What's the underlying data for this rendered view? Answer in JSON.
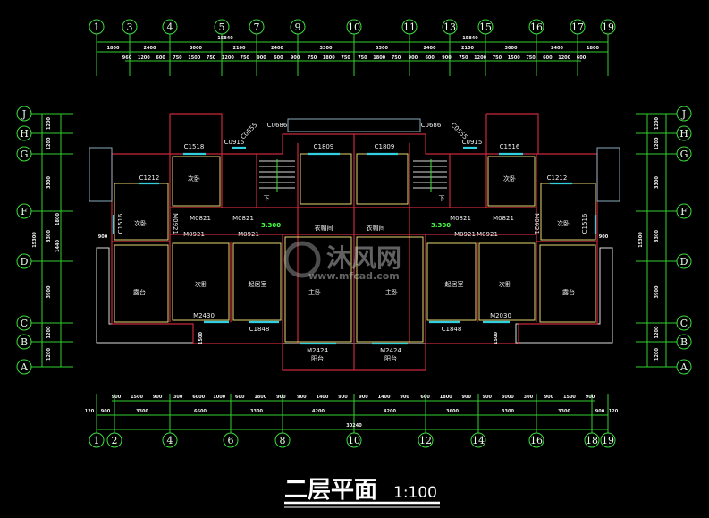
{
  "drawing": {
    "title": "二层平面",
    "scale": "1:100",
    "watermark": {
      "brand": "沐风网",
      "url": "www.mfcad.com"
    },
    "elevation": "3.300",
    "top_axes": [
      "1",
      "3",
      "4",
      "5",
      "7",
      "9",
      "10",
      "11",
      "13",
      "15",
      "16",
      "17",
      "19"
    ],
    "bottom_axes": [
      "1",
      "2",
      "4",
      "6",
      "8",
      "10",
      "12",
      "14",
      "16",
      "18",
      "19"
    ],
    "side_axes": [
      "J",
      "H",
      "G",
      "F",
      "D",
      "C",
      "B",
      "A"
    ],
    "top_overall": [
      "15840",
      "15840"
    ],
    "top_segments": [
      "1800",
      "2400",
      "3000",
      "2100",
      "2400",
      "3300",
      "3300",
      "2400",
      "2100",
      "3000",
      "2400",
      "1800"
    ],
    "top_details": [
      "960",
      "1200",
      "600",
      "750",
      "1500",
      "750",
      "1200",
      "750",
      "900",
      "600",
      "900",
      "750",
      "1800",
      "750",
      "750",
      "1800",
      "750",
      "900",
      "600",
      "900",
      "750",
      "1200",
      "750",
      "1500",
      "750",
      "600",
      "1200",
      "600"
    ],
    "bottom_overall": "30240",
    "bottom_segments": [
      "120",
      "900",
      "3300",
      "6600",
      "3300",
      "4200",
      "4200",
      "3600",
      "3300",
      "3300",
      "900",
      "120"
    ],
    "bottom_details": [
      "900",
      "1500",
      "900",
      "300",
      "6000",
      "1000",
      "600",
      "1800",
      "900",
      "900",
      "1400",
      "900",
      "900",
      "1400",
      "900",
      "600",
      "1800",
      "900",
      "900",
      "3000",
      "300",
      "900",
      "1500",
      "900"
    ],
    "side_segments": [
      "1200",
      "1200",
      "3300",
      "3300",
      "3900",
      "1200",
      "1200"
    ],
    "side_overall": "15300",
    "side_sub": [
      "1800",
      "1440"
    ],
    "rooms": [
      {
        "label": "次卧"
      },
      {
        "label": "次卧"
      },
      {
        "label": "露台"
      },
      {
        "label": "次卧"
      },
      {
        "label": "起居室"
      },
      {
        "label": "主卧"
      },
      {
        "label": "衣帽间"
      },
      {
        "label": "阳台"
      },
      {
        "label": "主卧"
      },
      {
        "label": "起居室"
      },
      {
        "label": "次卧"
      },
      {
        "label": "露台"
      },
      {
        "label": "次卧"
      },
      {
        "label": "次卧"
      },
      {
        "label": "衣帽间"
      },
      {
        "label": "阳台"
      }
    ],
    "openings": [
      "C1518",
      "C0915",
      "C0686",
      "C0555",
      "C1809",
      "C1212",
      "C1516",
      "M0821",
      "M0821",
      "M0921",
      "M0921",
      "M0921",
      "M2430",
      "C1848",
      "M2424",
      "C1809",
      "C0686",
      "C0555",
      "C0915",
      "C1516",
      "C1212",
      "C1516",
      "M0821",
      "M0821",
      "M0921",
      "M0921",
      "M0921",
      "M2030",
      "C1848",
      "M2424"
    ],
    "stair_labels": [
      "下",
      "下"
    ],
    "dim_900": [
      "900",
      "900"
    ],
    "dim_1500": [
      "1500",
      "1500"
    ]
  }
}
